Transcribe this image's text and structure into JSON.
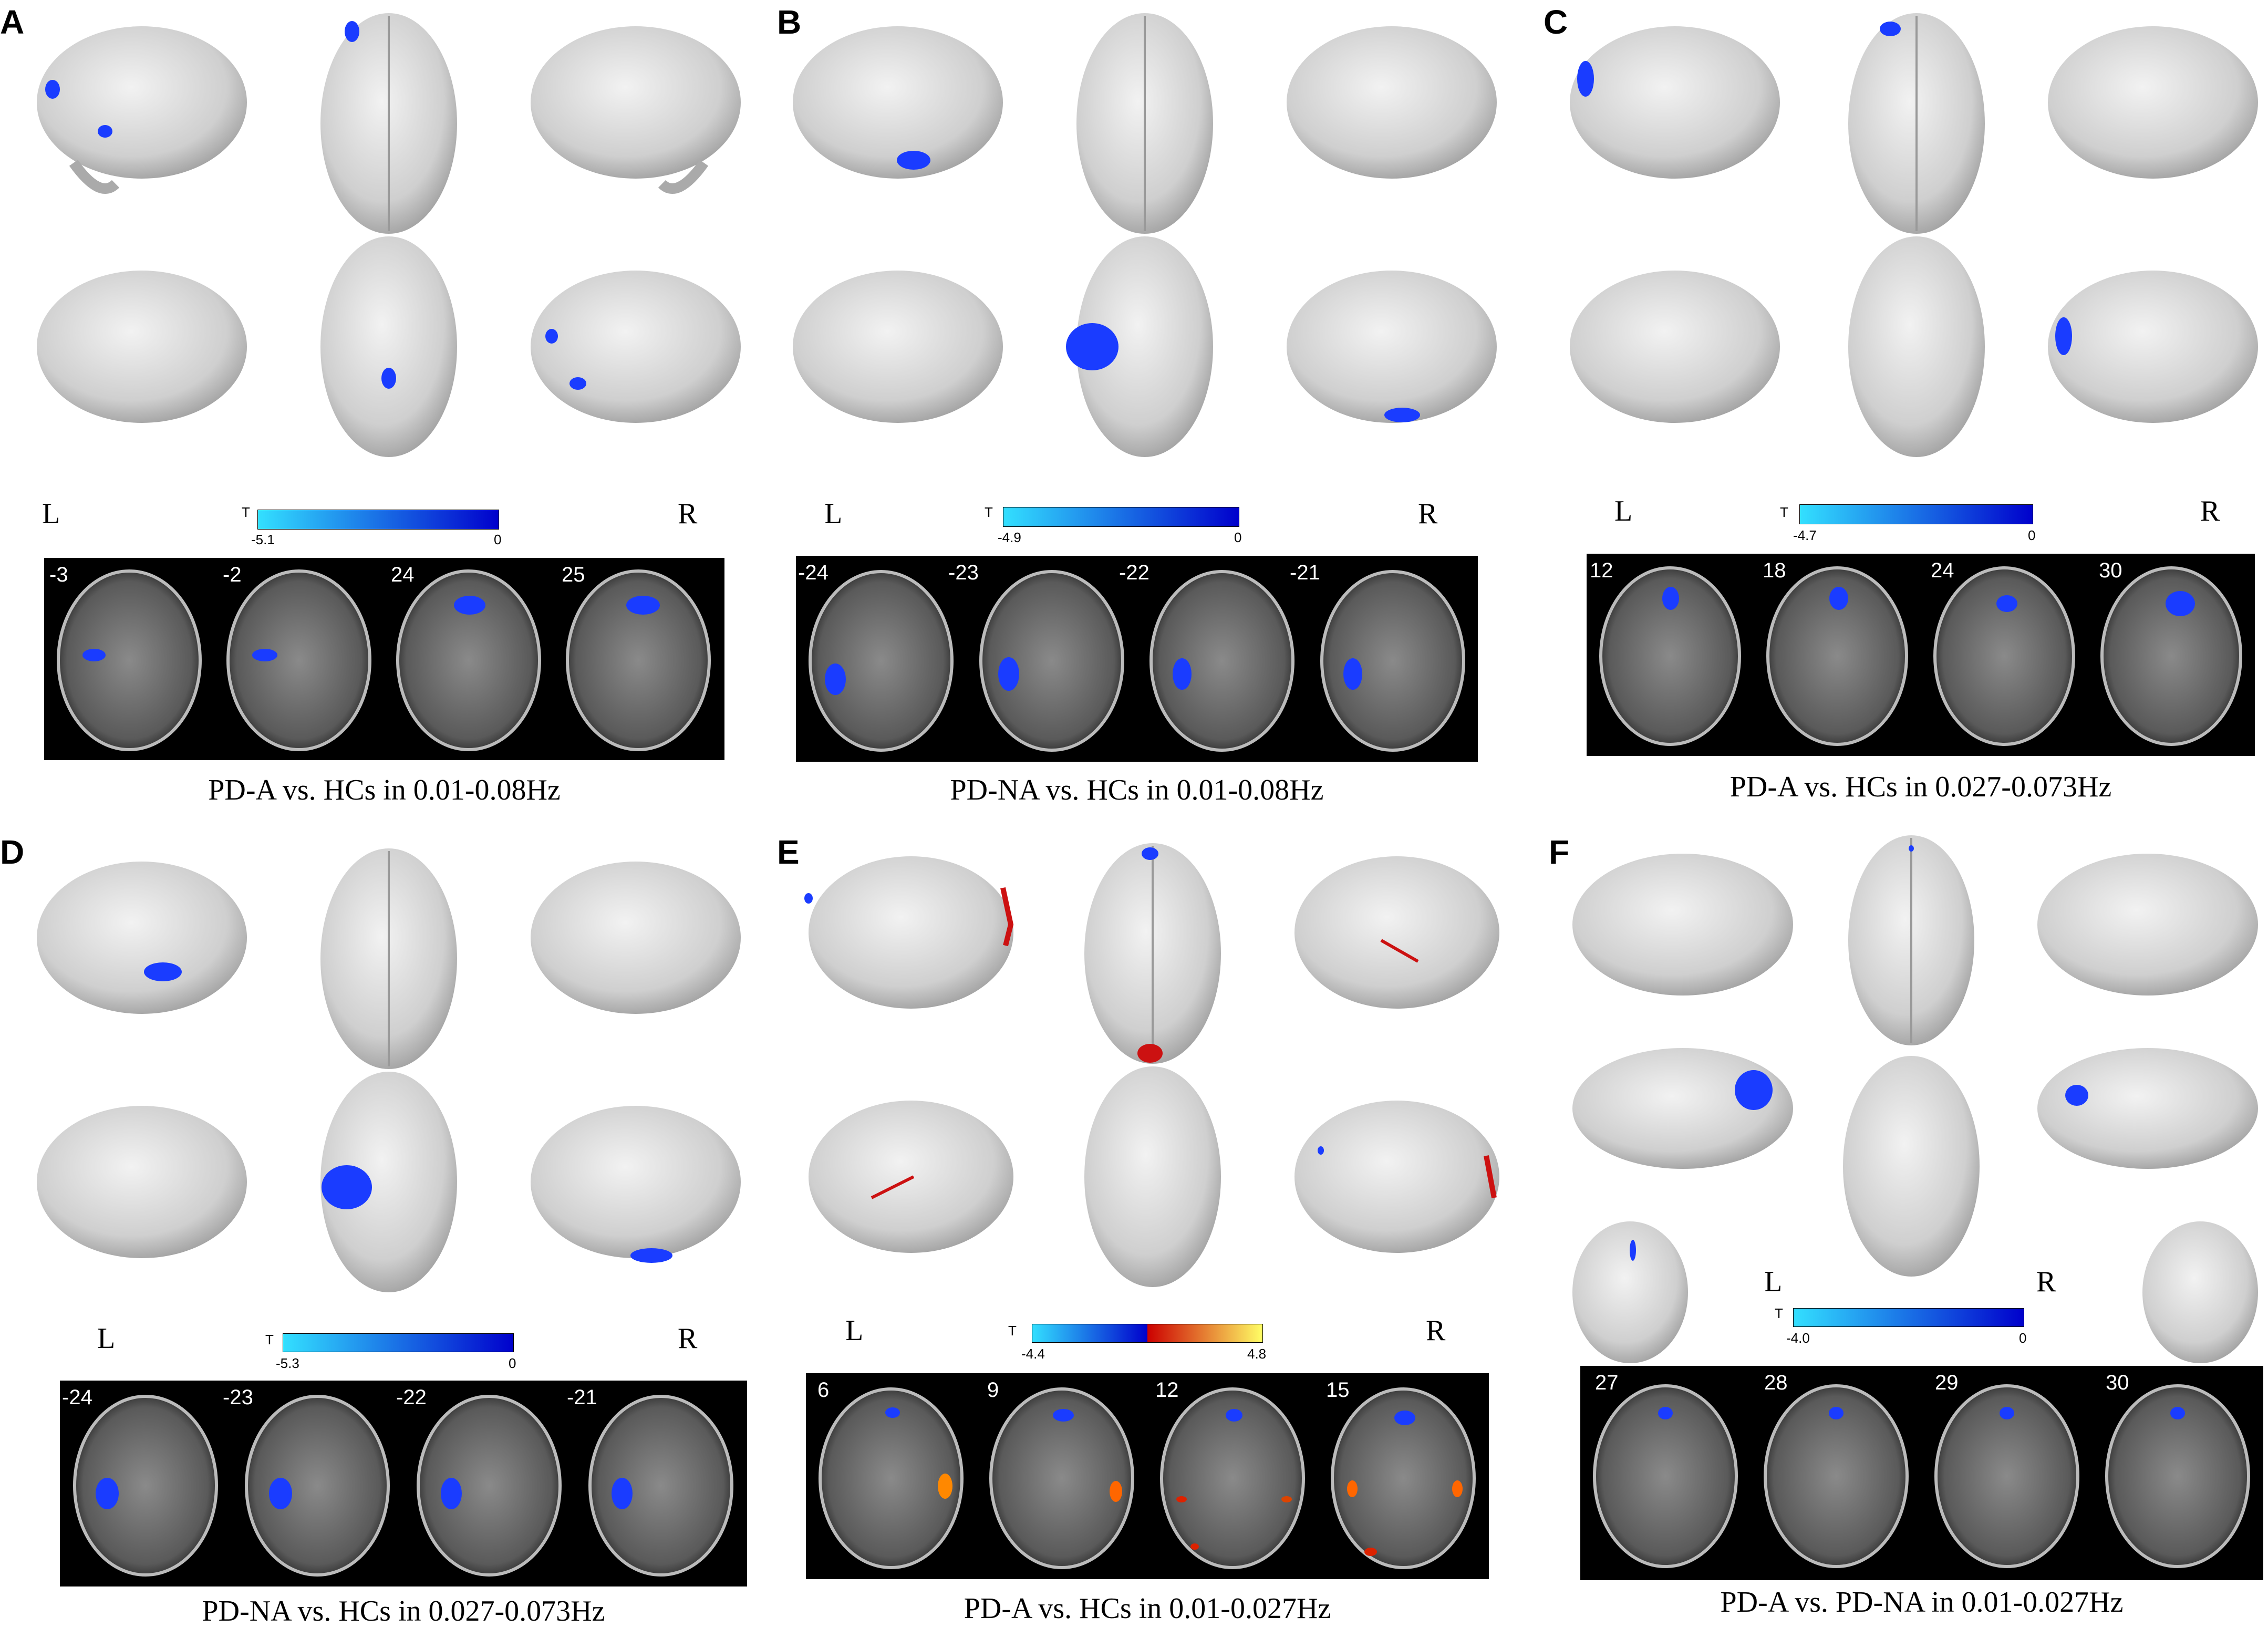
{
  "panels": [
    {
      "letter": "A",
      "left": "L",
      "right": "R",
      "t": "T",
      "cmin": "-5.1",
      "cmax": "0",
      "slices": [
        "-3",
        "-2",
        "24",
        "25"
      ],
      "caption": "PD-A vs. HCs in 0.01-0.08Hz"
    },
    {
      "letter": "B",
      "left": "L",
      "right": "R",
      "t": "T",
      "cmin": "-4.9",
      "cmax": "0",
      "slices": [
        "-24",
        "-23",
        "-22",
        "-21"
      ],
      "caption": "PD-NA vs. HCs in 0.01-0.08Hz"
    },
    {
      "letter": "C",
      "left": "L",
      "right": "R",
      "t": "T",
      "cmin": "-4.7",
      "cmax": "0",
      "slices": [
        "12",
        "18",
        "24",
        "30"
      ],
      "caption": "PD-A vs. HCs in 0.027-0.073Hz"
    },
    {
      "letter": "D",
      "left": "L",
      "right": "R",
      "t": "T",
      "cmin": "-5.3",
      "cmax": "0",
      "slices": [
        "-24",
        "-23",
        "-22",
        "-21"
      ],
      "caption": "PD-NA vs. HCs in 0.027-0.073Hz"
    },
    {
      "letter": "E",
      "left": "L",
      "right": "R",
      "t": "T",
      "cmin": "-4.4",
      "cmax": "4.8",
      "slices": [
        "6",
        "9",
        "12",
        "15"
      ],
      "caption": "PD-A vs. HCs in 0.01-0.027Hz"
    },
    {
      "letter": "F",
      "left": "L",
      "right": "R",
      "t": "T",
      "cmin": "-4.0",
      "cmax": "0",
      "slices": [
        "27",
        "28",
        "29",
        "30"
      ],
      "caption": "PD-A vs. PD-NA in 0.01-0.027Hz"
    }
  ],
  "colors": {
    "blue_light": "#33e0ff",
    "blue_dark": "#0000cc",
    "red": "#cc0000",
    "yellow": "#ffff66"
  }
}
